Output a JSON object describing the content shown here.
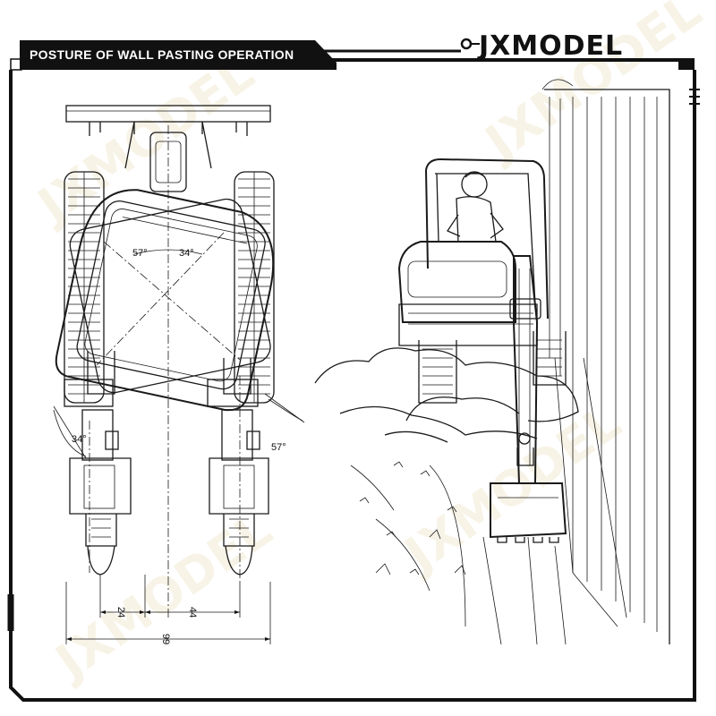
{
  "header": {
    "title": "POSTURE OF WALL PASTING OPERATION",
    "brand": "JXMODEL"
  },
  "watermark": {
    "text": "JXMODEL"
  },
  "drawing": {
    "angles": [
      "57°",
      "34°",
      "34°",
      "57°"
    ],
    "dimensions": [
      "24",
      "44",
      "99"
    ]
  },
  "colors": {
    "frame": "#111111",
    "title_bg": "#111111",
    "title_text": "#ffffff",
    "watermark": "#f1ead2"
  }
}
